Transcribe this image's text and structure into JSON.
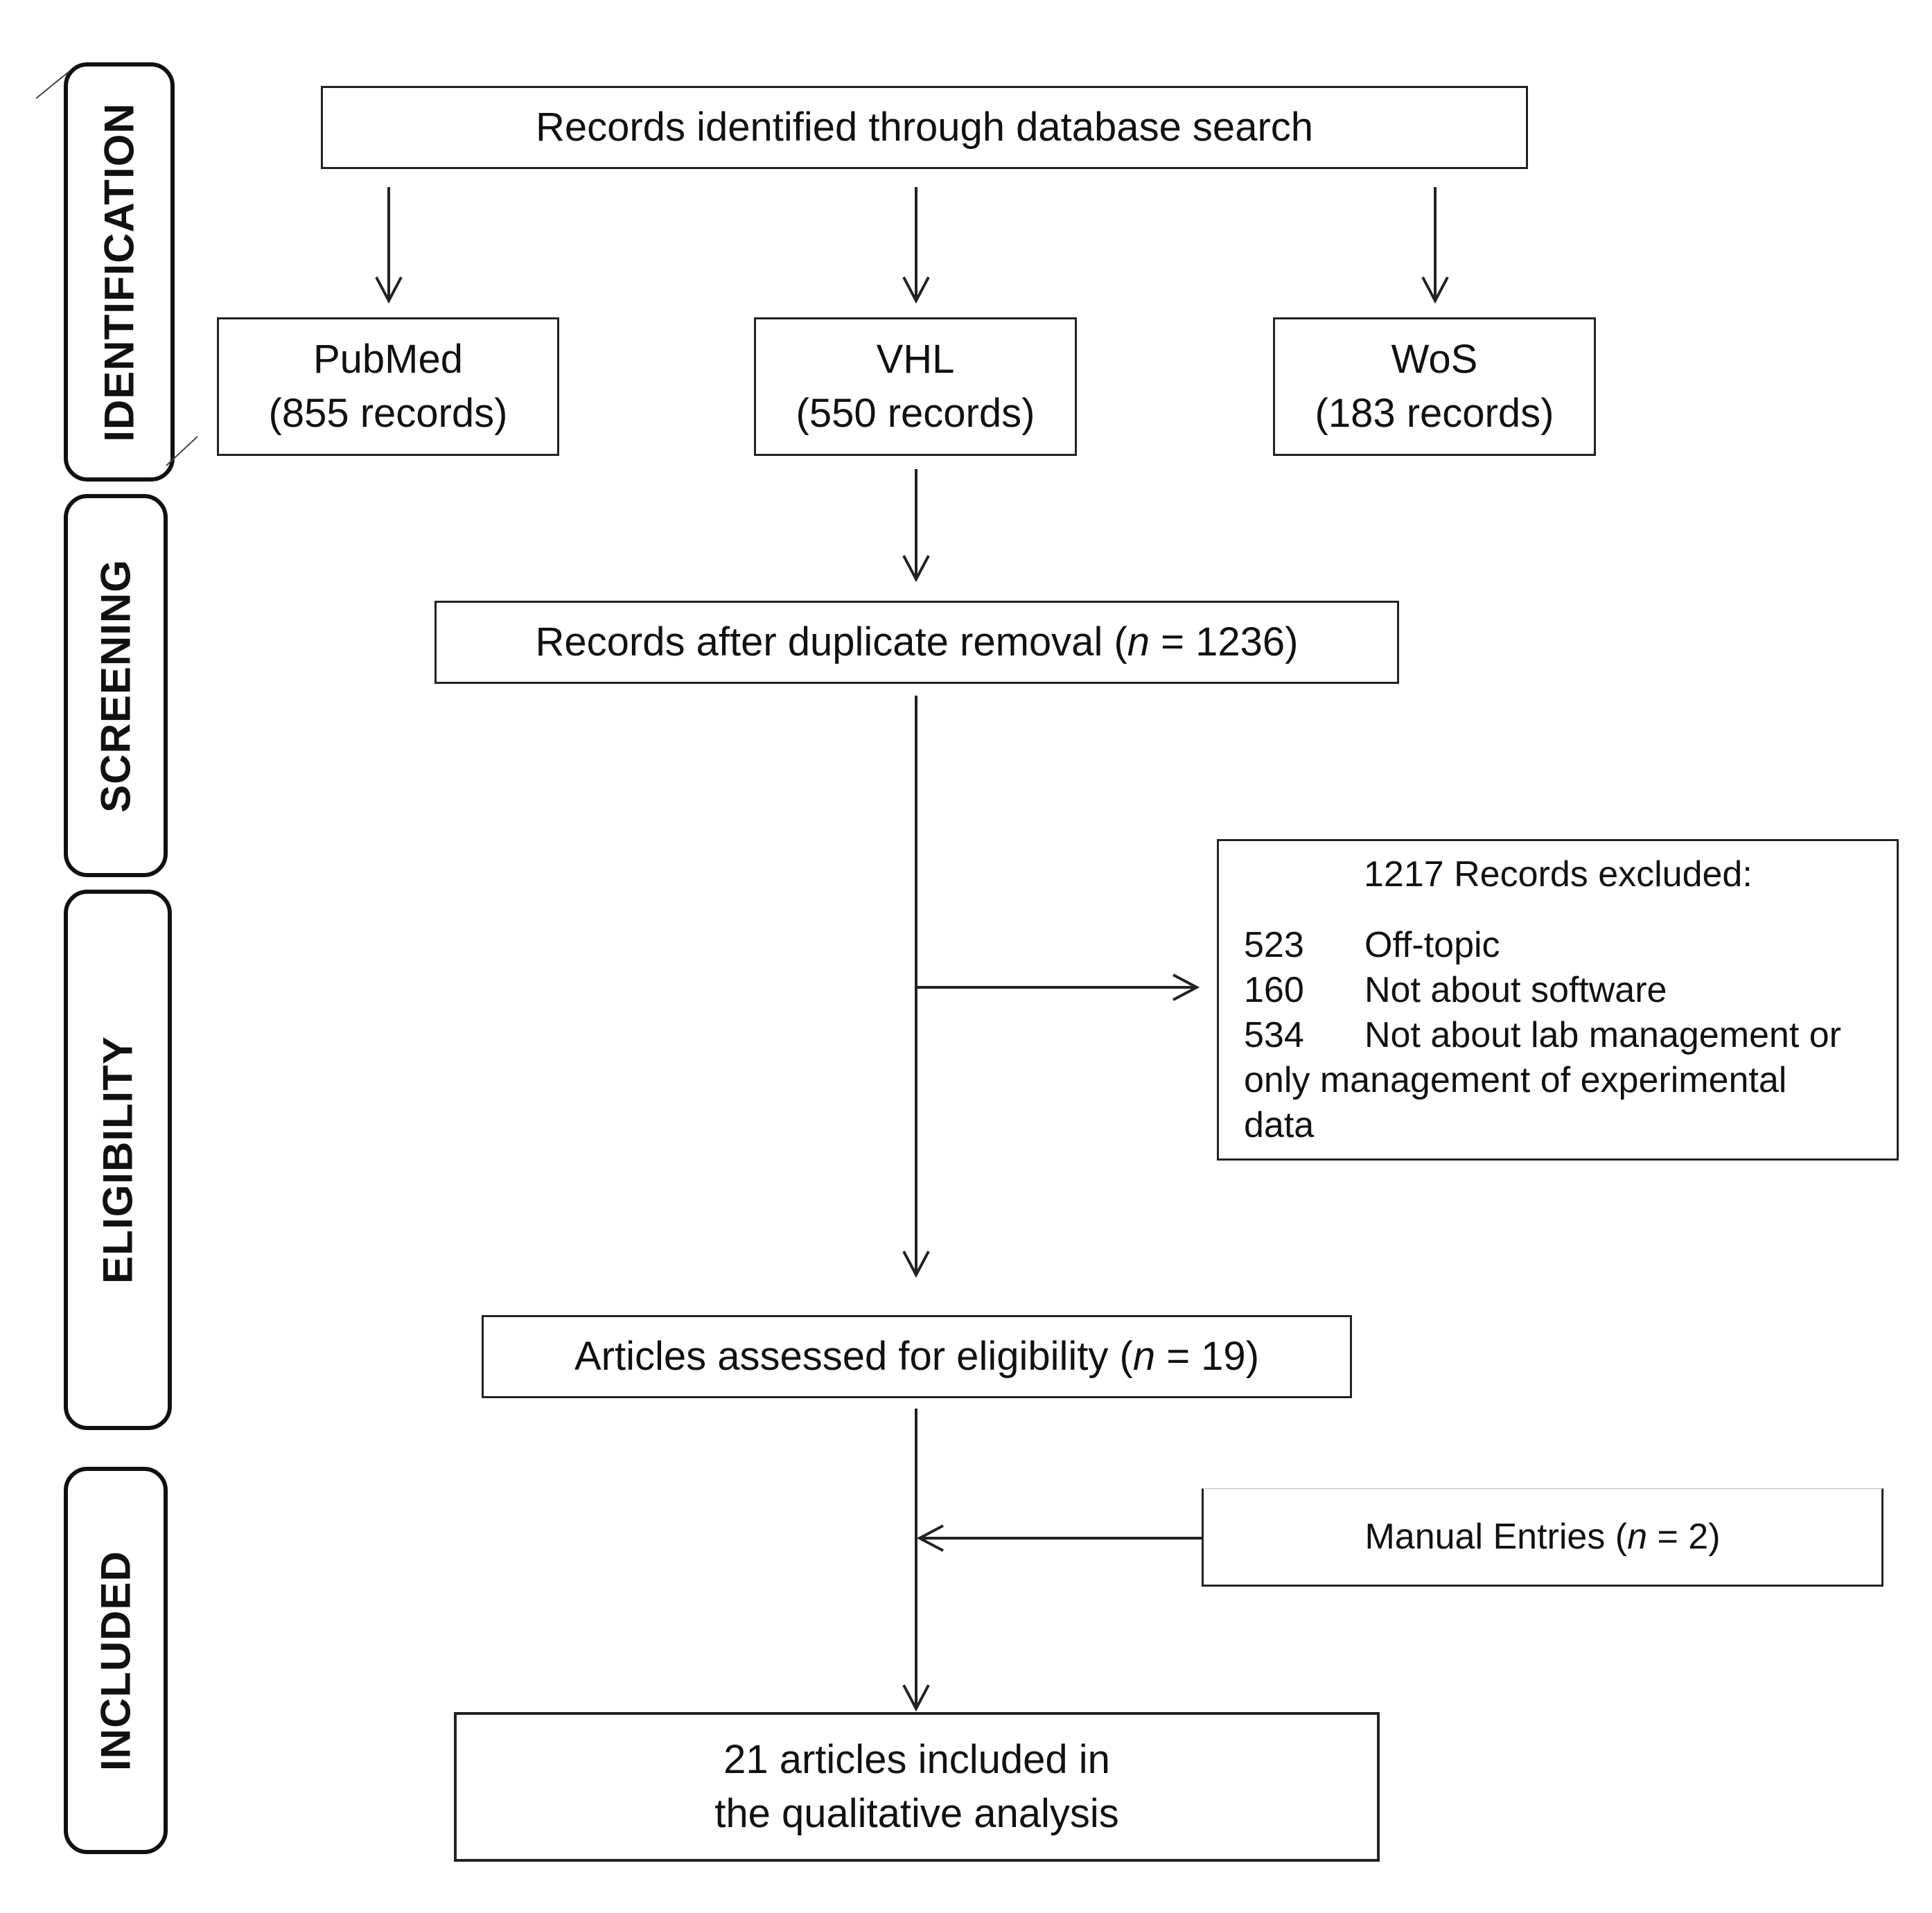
{
  "stages": {
    "identification": "IDENTIFICATION",
    "screening": "SCREENING",
    "eligibility": "ELIGIBILITY",
    "included": "INCLUDED"
  },
  "identification": {
    "title": "Records identified through database search",
    "sources": [
      {
        "name": "PubMed",
        "count": "(855 records)"
      },
      {
        "name": "VHL",
        "count": "(550 records)"
      },
      {
        "name": "WoS",
        "count": "(183 records)"
      }
    ]
  },
  "screening": {
    "label_pre": "Records after duplicate   removal  (",
    "n_symbol": "n",
    "label_post": " = 1236)"
  },
  "exclusions": {
    "header": "1217 Records  excluded:",
    "items": [
      {
        "count": "523",
        "reason": "Off-topic"
      },
      {
        "count": "160",
        "reason": "Not about software"
      },
      {
        "count": "534",
        "reason": "Not about lab management or"
      }
    ],
    "continuation": [
      "only management of experimental",
      "data"
    ]
  },
  "eligibility": {
    "label_pre": "Articles assessed for eligibility (",
    "n_symbol": "n",
    "label_post": " = 19)"
  },
  "manual": {
    "label_pre": "Manual Entries (",
    "n_symbol": "n",
    "label_post": " = 2)"
  },
  "included": {
    "line1": "21 articles included in",
    "line2": "the qualitative analysis"
  }
}
